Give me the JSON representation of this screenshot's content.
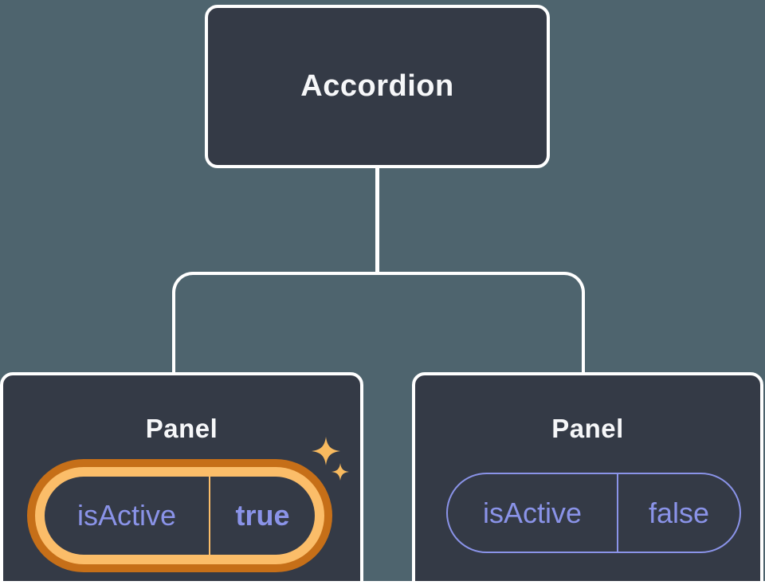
{
  "colors": {
    "background": "#4E646E",
    "node_fill": "#343A46",
    "node_border": "#FFFFFF",
    "text": "#F6F7F9",
    "prop_color": "#8A93E8",
    "highlight_outer": "#C66F18",
    "highlight_inner": "#FBBD69",
    "sparkle": "#F8BA5F"
  },
  "icons": {
    "sparkle": "four-point-star"
  },
  "tree": {
    "root": {
      "label": "Accordion"
    },
    "children": [
      {
        "label": "Panel",
        "prop": {
          "name": "isActive",
          "value": "true"
        },
        "highlighted": true
      },
      {
        "label": "Panel",
        "prop": {
          "name": "isActive",
          "value": "false"
        },
        "highlighted": false
      }
    ]
  }
}
